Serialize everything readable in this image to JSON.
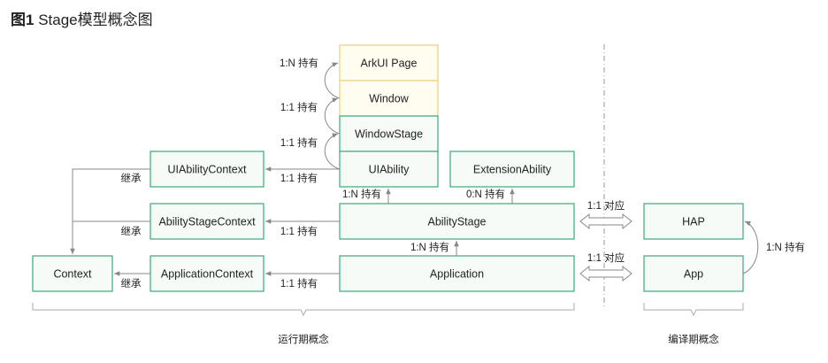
{
  "figure": {
    "num": "图1",
    "title": "Stage模型概念图"
  },
  "boxes": {
    "arkui_page": "ArkUI Page",
    "window": "Window",
    "window_stage": "WindowStage",
    "uiability": "UIAbility",
    "extension_ability": "ExtensionAbility",
    "ability_stage": "AbilityStage",
    "application": "Application",
    "uiability_context": "UIAbilityContext",
    "abilitystage_context": "AbilityStageContext",
    "application_context": "ApplicationContext",
    "context": "Context",
    "hap": "HAP",
    "app": "App"
  },
  "labels": {
    "page_window": "1:N 持有",
    "window_windowstage": "1:1 持有",
    "windowstage_uiability": "1:1 持有",
    "uiability_context": "1:1 持有",
    "abilitystage_uiability": "1:N 持有",
    "abilitystage_extension": "0:N 持有",
    "abilitystage_context": "1:1 持有",
    "application_abilitystage": "1:N 持有",
    "application_context": "1:1 持有",
    "inherit_1": "继承",
    "inherit_2": "继承",
    "inherit_3": "继承",
    "map_hap": "1:1 对应",
    "map_app": "1:1 对应",
    "app_hap": "1:N 持有"
  },
  "sections": {
    "runtime": "运行期概念",
    "compile": "编译期概念"
  },
  "colors": {
    "green_border": "#3aaa7c",
    "green_fill": "#f6fbf7",
    "yellow_border": "#e8cf7a",
    "yellow_fill": "#fffcf0",
    "line": "#888888"
  }
}
